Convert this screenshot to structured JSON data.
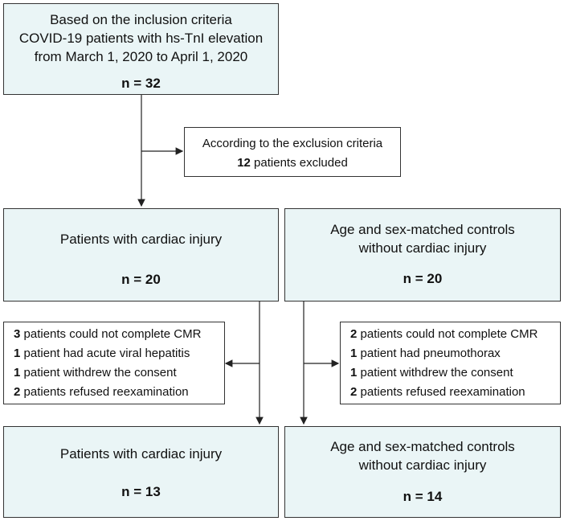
{
  "colors": {
    "box_fill": "#eaf5f6",
    "border": "#333333"
  },
  "top": {
    "lines": [
      "Based on the inclusion criteria",
      "COVID-19 patients with hs-TnI elevation",
      "from March 1, 2020 to April 1, 2020"
    ],
    "n": "n = 32"
  },
  "exclusion": {
    "line1": "According to the exclusion criteria",
    "count": "12",
    "rest": "patients excluded"
  },
  "mid_left": {
    "title": "Patients with cardiac injury",
    "n": "n = 20"
  },
  "mid_right": {
    "title_lines": [
      "Age and sex-matched controls",
      "without cardiac injury"
    ],
    "n": "n = 20"
  },
  "loss_left": [
    {
      "count": "3",
      "text": "patients could not complete CMR"
    },
    {
      "count": "1",
      "text": "patient had acute viral hepatitis"
    },
    {
      "count": "1",
      "text": "patient withdrew the consent"
    },
    {
      "count": "2",
      "text": "patients refused reexamination"
    }
  ],
  "loss_right": [
    {
      "count": "2",
      "text": "patients could not complete CMR"
    },
    {
      "count": "1",
      "text": "patient had pneumothorax"
    },
    {
      "count": "1",
      "text": "patient withdrew the consent"
    },
    {
      "count": "2",
      "text": "patients refused reexamination"
    }
  ],
  "bottom_left": {
    "title": "Patients with cardiac injury",
    "n": "n = 13"
  },
  "bottom_right": {
    "title_lines": [
      "Age and sex-matched controls",
      "without cardiac injury"
    ],
    "n": "n = 14"
  }
}
